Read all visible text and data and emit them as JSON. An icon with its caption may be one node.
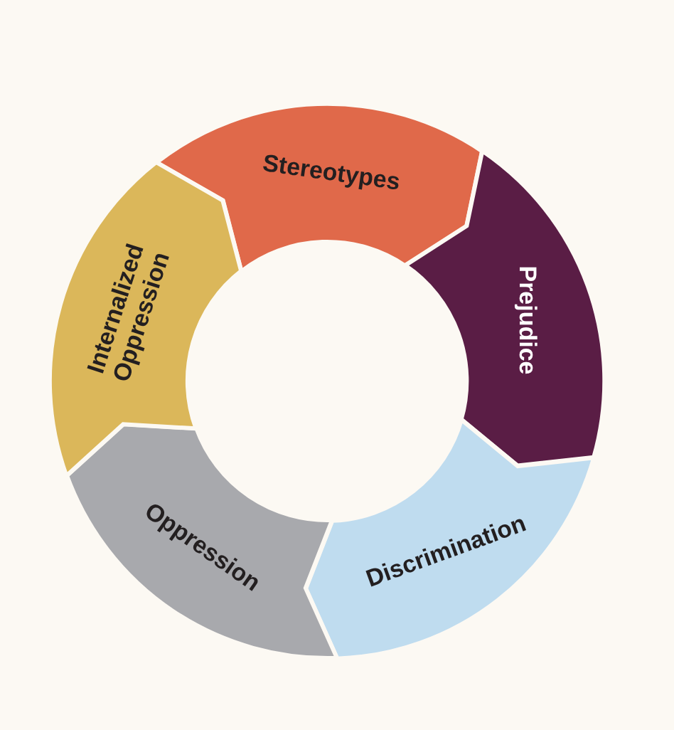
{
  "diagram": {
    "nodes": [
      {
        "text": [
          "Stereotypes"
        ]
      },
      {
        "text": [
          "Prejudice"
        ]
      },
      {
        "text": [
          "Discrimination"
        ]
      },
      {
        "text": [
          "Oppression"
        ]
      },
      {
        "text": [
          "Internalized Oppression"
        ]
      }
    ]
  }
}
